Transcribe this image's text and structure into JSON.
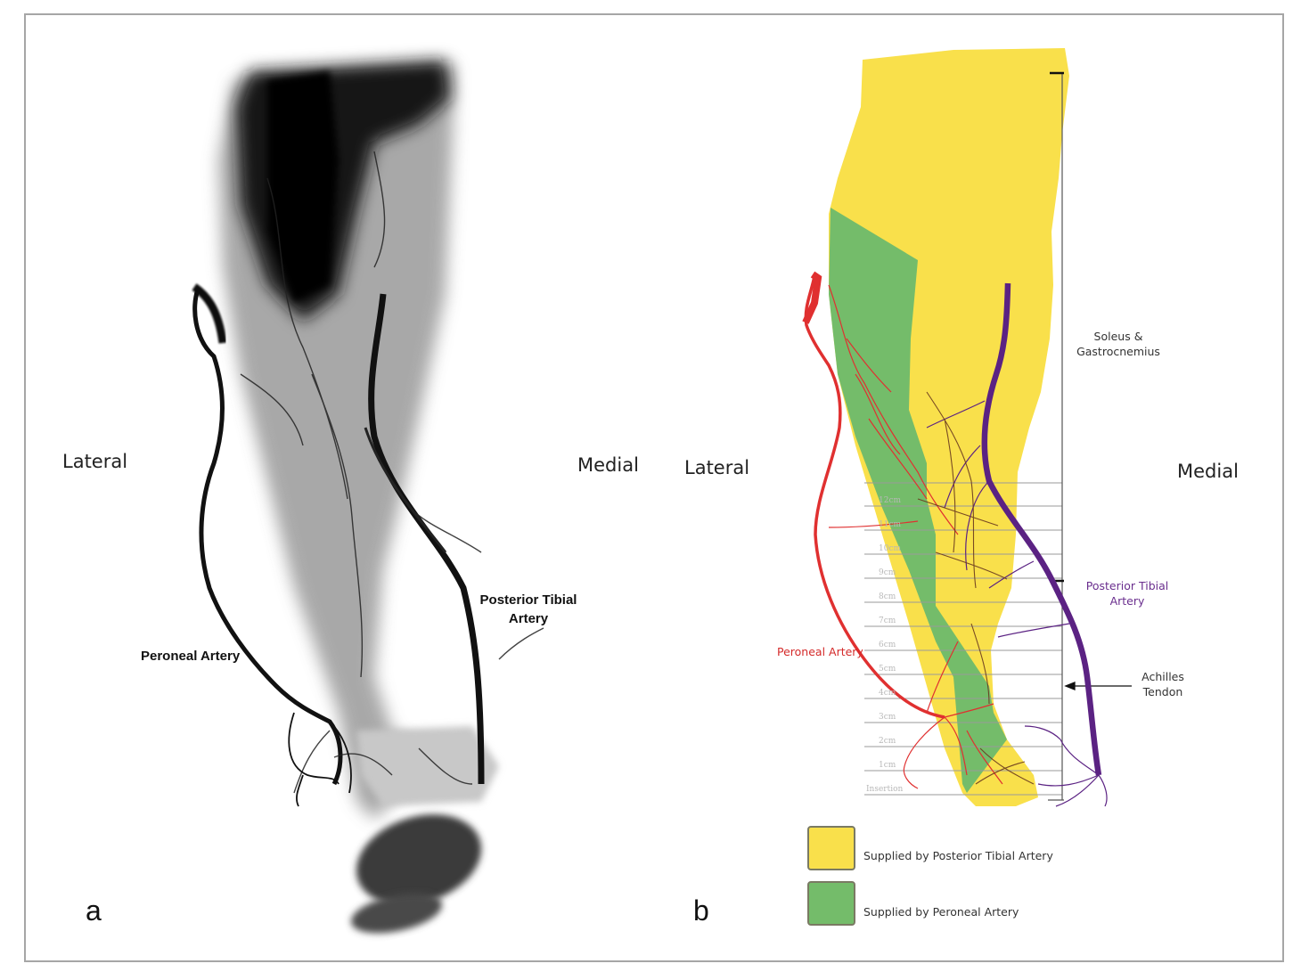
{
  "figure": {
    "panel_a": {
      "letter": "a",
      "lateral_label": "Lateral",
      "medial_label": "Medial",
      "artery_labels": {
        "peroneal": "Peroneal Artery",
        "posterior_tibial_line1": "Posterior Tibial",
        "posterior_tibial_line2": "Artery"
      },
      "image_description": "Grayscale angiogram of lower leg showing peroneal and posterior tibial arteries"
    },
    "panel_b": {
      "letter": "b",
      "lateral_label": "Lateral",
      "medial_label": "Medial",
      "muscle_label_line1": "Soleus &",
      "muscle_label_line2": "Gastrocnemius",
      "tendon_label_line1": "Achilles",
      "tendon_label_line2": "Tendon",
      "peroneal_label": "Peroneal Artery",
      "posterior_tibial_line1": "Posterior Tibial",
      "posterior_tibial_line2": "Artery",
      "scale_labels": [
        "12cm",
        "11cm",
        "10cm",
        "9cm",
        "8cm",
        "7cm",
        "6cm",
        "5cm",
        "4cm",
        "3cm",
        "2cm",
        "1cm",
        "Insertion"
      ],
      "legend": [
        {
          "label": "Supplied by Posterior Tibial Artery",
          "color": "#f9e04b"
        },
        {
          "label": "Supplied by Peroneal Artery",
          "color": "#74bc6a"
        }
      ]
    },
    "colors": {
      "peroneal_artery": "#e03030",
      "posterior_tibial_artery": "#5b2283",
      "yellow_region": "#f9e04b",
      "green_region": "#74bc6a",
      "frame_border": "#a6a6a6"
    }
  }
}
